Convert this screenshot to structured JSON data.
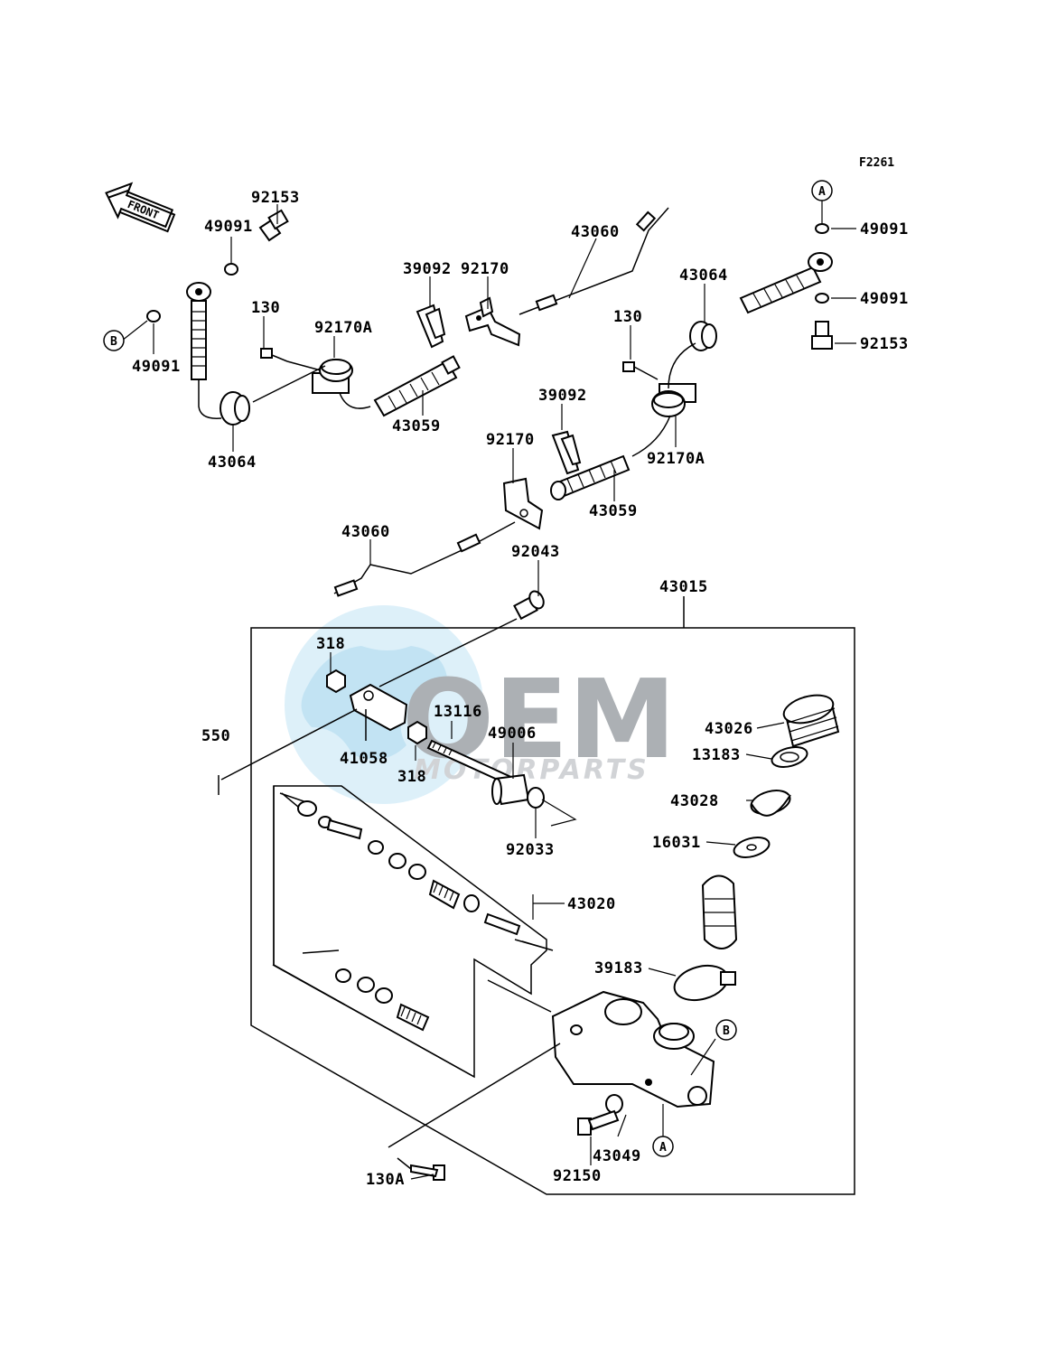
{
  "figure_code": "F2261",
  "watermark": {
    "brand": "OEM",
    "sub": "MOTORPARTS",
    "color_light": "#bfe3f5",
    "color_dark": "#9aa0a6"
  },
  "front_arrow": {
    "label": "FRONT"
  },
  "callouts": {
    "a": "A",
    "b": "B"
  },
  "labels": {
    "p92153_left": "92153",
    "p49091_left_top": "49091",
    "p49091_left_bottom": "49091",
    "p130_left": "130",
    "p92170A_left": "92170A",
    "p43064_left": "43064",
    "p43059_upper": "43059",
    "p39092_upper": "39092",
    "p92170_upper": "92170",
    "p43060_upper": "43060",
    "p43064_right": "43064",
    "p130_right": "130",
    "p49091_right_top": "49091",
    "p49091_right_mid": "49091",
    "p92153_right": "92153",
    "p39092_lower": "39092",
    "p92170_lower": "92170",
    "p92170A_right": "92170A",
    "p43059_lower": "43059",
    "p43060_lower": "43060",
    "p92043": "92043",
    "p43015": "43015",
    "p318_top": "318",
    "p318_bottom": "318",
    "p550": "550",
    "p41058": "41058",
    "p13116": "13116",
    "p49006": "49006",
    "p92033": "92033",
    "p43026": "43026",
    "p13183": "13183",
    "p43028": "43028",
    "p16031": "16031",
    "p43020": "43020",
    "p39183": "39183",
    "p43049": "43049",
    "p92150": "92150",
    "p130A": "130A"
  }
}
